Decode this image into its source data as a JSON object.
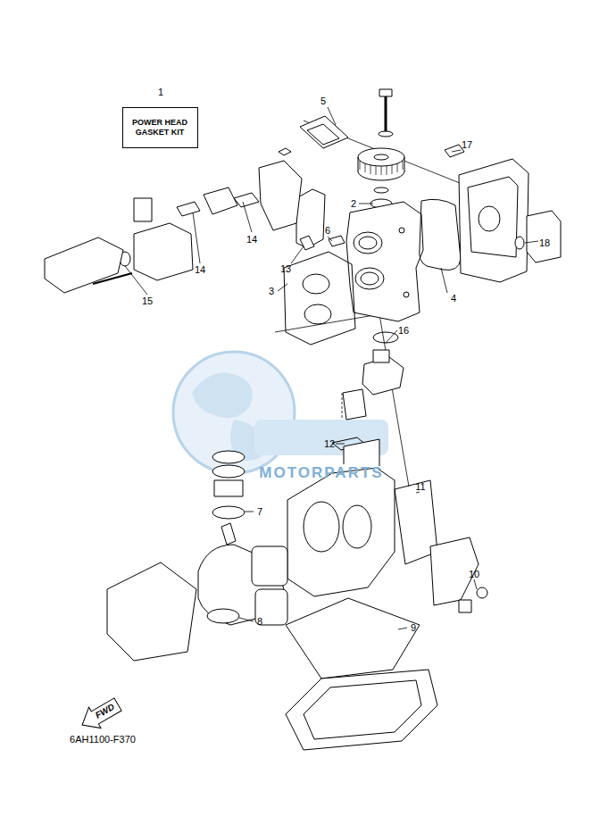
{
  "diagram": {
    "nodes": [
      {
        "text": [
          "POWER HEAD GASKET KIT"
        ]
      },
      {
        "text": [
          "FWD"
        ]
      }
    ],
    "labels": [
      "1",
      "5",
      "17",
      "2",
      "6",
      "14",
      "18",
      "13",
      "14",
      "3",
      "4",
      "15",
      "16",
      "12",
      "11",
      "7",
      "10",
      "8",
      "9",
      "MOTORPARTS",
      "6AH1100-F370"
    ]
  }
}
